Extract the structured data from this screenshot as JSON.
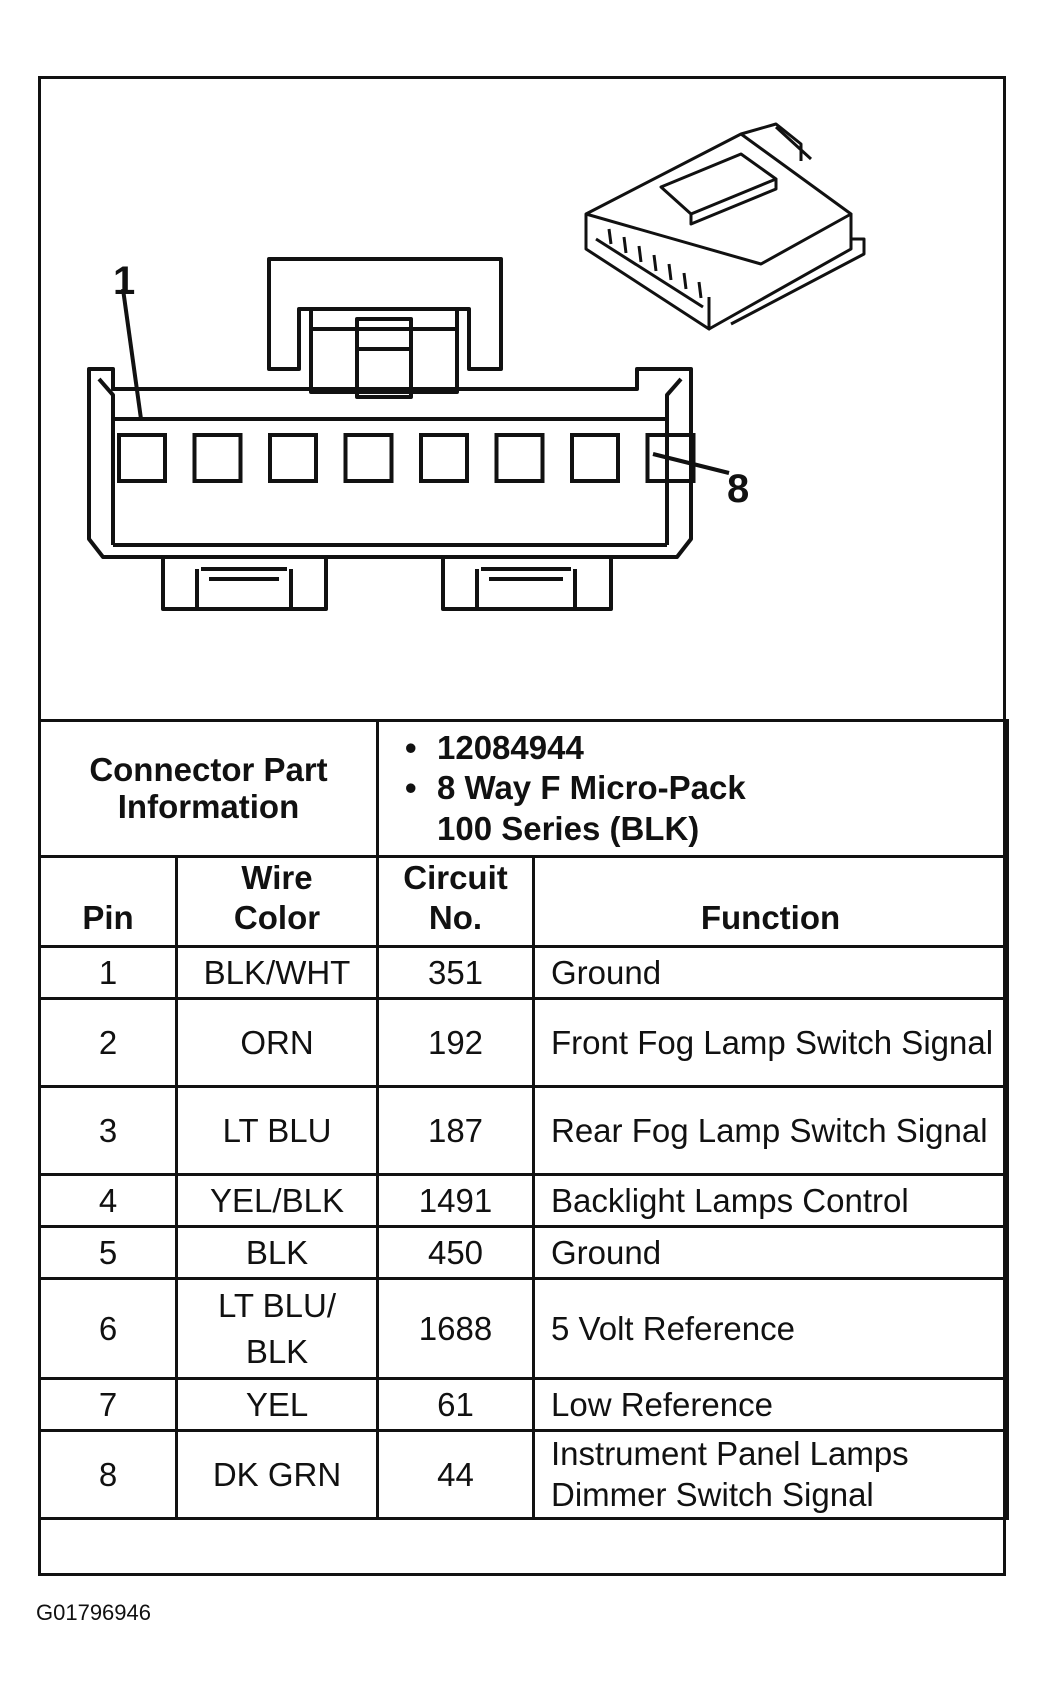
{
  "diagram": {
    "pin_start_label": "1",
    "pin_end_label": "8",
    "pin_count": 8
  },
  "connector_info": {
    "label": "Connector Part Information",
    "part_number": "12084944",
    "description_line1": "8 Way F Micro-Pack",
    "description_line2": "100 Series (BLK)"
  },
  "table": {
    "headers": {
      "pin": "Pin",
      "wire_color_line1": "Wire",
      "wire_color_line2": "Color",
      "circuit_line1": "Circuit",
      "circuit_line2": "No.",
      "function": "Function"
    },
    "rows": [
      {
        "pin": "1",
        "wire": "BLK/WHT",
        "circuit": "351",
        "function": "Ground"
      },
      {
        "pin": "2",
        "wire": "ORN",
        "circuit": "192",
        "function": "Front Fog Lamp Switch Signal"
      },
      {
        "pin": "3",
        "wire": "LT BLU",
        "circuit": "187",
        "function": "Rear Fog Lamp Switch Signal"
      },
      {
        "pin": "4",
        "wire": "YEL/BLK",
        "circuit": "1491",
        "function": "Backlight Lamps Control"
      },
      {
        "pin": "5",
        "wire": "BLK",
        "circuit": "450",
        "function": "Ground"
      },
      {
        "pin": "6",
        "wire": "LT BLU/ BLK",
        "circuit": "1688",
        "function": "5 Volt Reference"
      },
      {
        "pin": "7",
        "wire": "YEL",
        "circuit": "61",
        "function": "Low Reference"
      },
      {
        "pin": "8",
        "wire": "DK GRN",
        "circuit": "44",
        "function": "Instrument Panel Lamps Dimmer Switch Signal"
      }
    ]
  },
  "figure_id": "G01796946"
}
